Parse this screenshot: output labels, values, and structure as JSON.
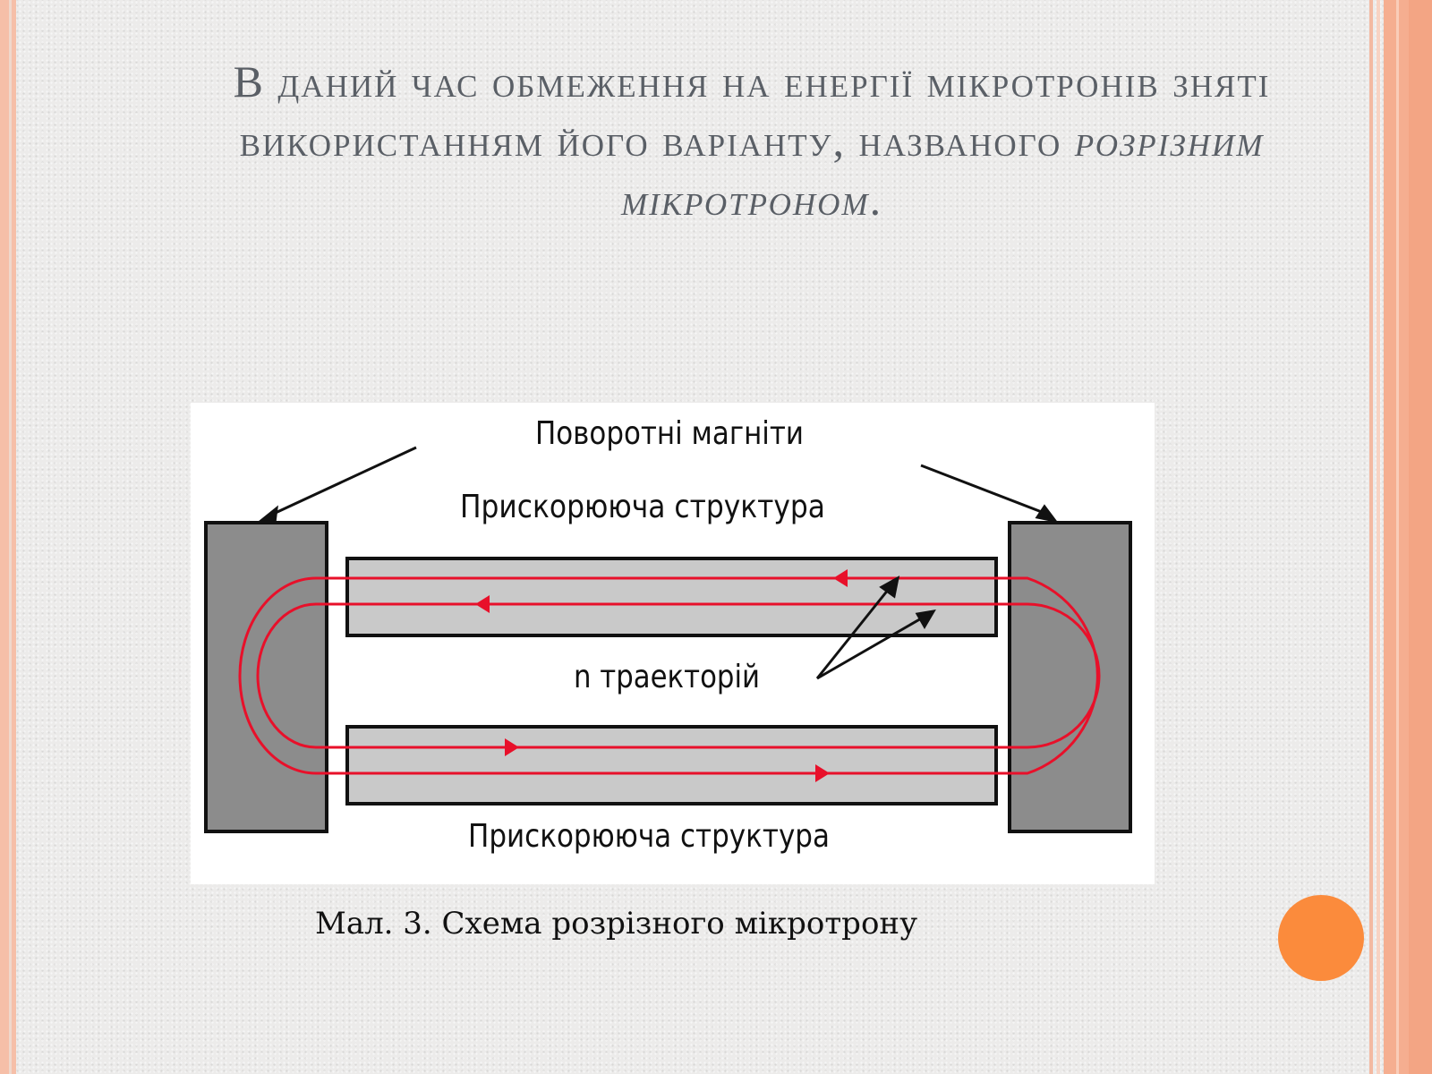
{
  "title": {
    "plain": "В даний час обмеження на енергії мікротронів зняті використанням його варіанту, названого ",
    "emphasis": "розрізним мікротроном",
    "end": "."
  },
  "diagram": {
    "label_magnets": "Поворотні магніти",
    "label_structure_top": "Прискорююча структура",
    "label_trajectories": "n траекторій",
    "label_structure_bottom": "Прискорююча структура",
    "colors": {
      "beam": "#e8102a",
      "magnet": "#8c8c8c",
      "structure": "#c9c9c9",
      "outline": "#111111"
    }
  },
  "caption": "Мал. 3. Схема розрізного мікротрону",
  "theme": {
    "accent_circle": "#fb8b3c",
    "border": "#f5ae90"
  }
}
